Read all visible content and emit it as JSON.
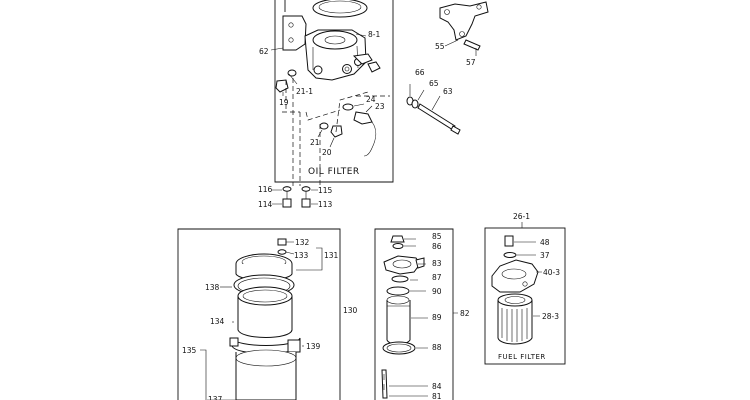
{
  "captions": {
    "oil_filter": "OIL FILTER",
    "fuel_filter": "FUEL FILTER"
  },
  "labels": {
    "p8_1": "8-1",
    "p62": "62",
    "p21_1": "21-1",
    "p19": "19",
    "p24": "24",
    "p23": "23",
    "p21": "21",
    "p20": "20",
    "p55": "55",
    "p57": "57",
    "p66": "66",
    "p65": "65",
    "p63": "63",
    "p116": "116",
    "p115": "115",
    "p114": "114",
    "p113": "113",
    "p132": "132",
    "p133": "133",
    "p131": "131",
    "p138": "138",
    "p134": "134",
    "p130": "130",
    "p135": "135",
    "p139": "139",
    "p137": "137",
    "p85": "85",
    "p86": "86",
    "p83": "83",
    "p87": "87",
    "p90": "90",
    "p89": "89",
    "p88": "88",
    "p82": "82",
    "p84": "84",
    "p81": "81",
    "p26_1": "26-1",
    "p48": "48",
    "p37": "37",
    "p40_3": "40-3",
    "p28_3": "28-3"
  }
}
